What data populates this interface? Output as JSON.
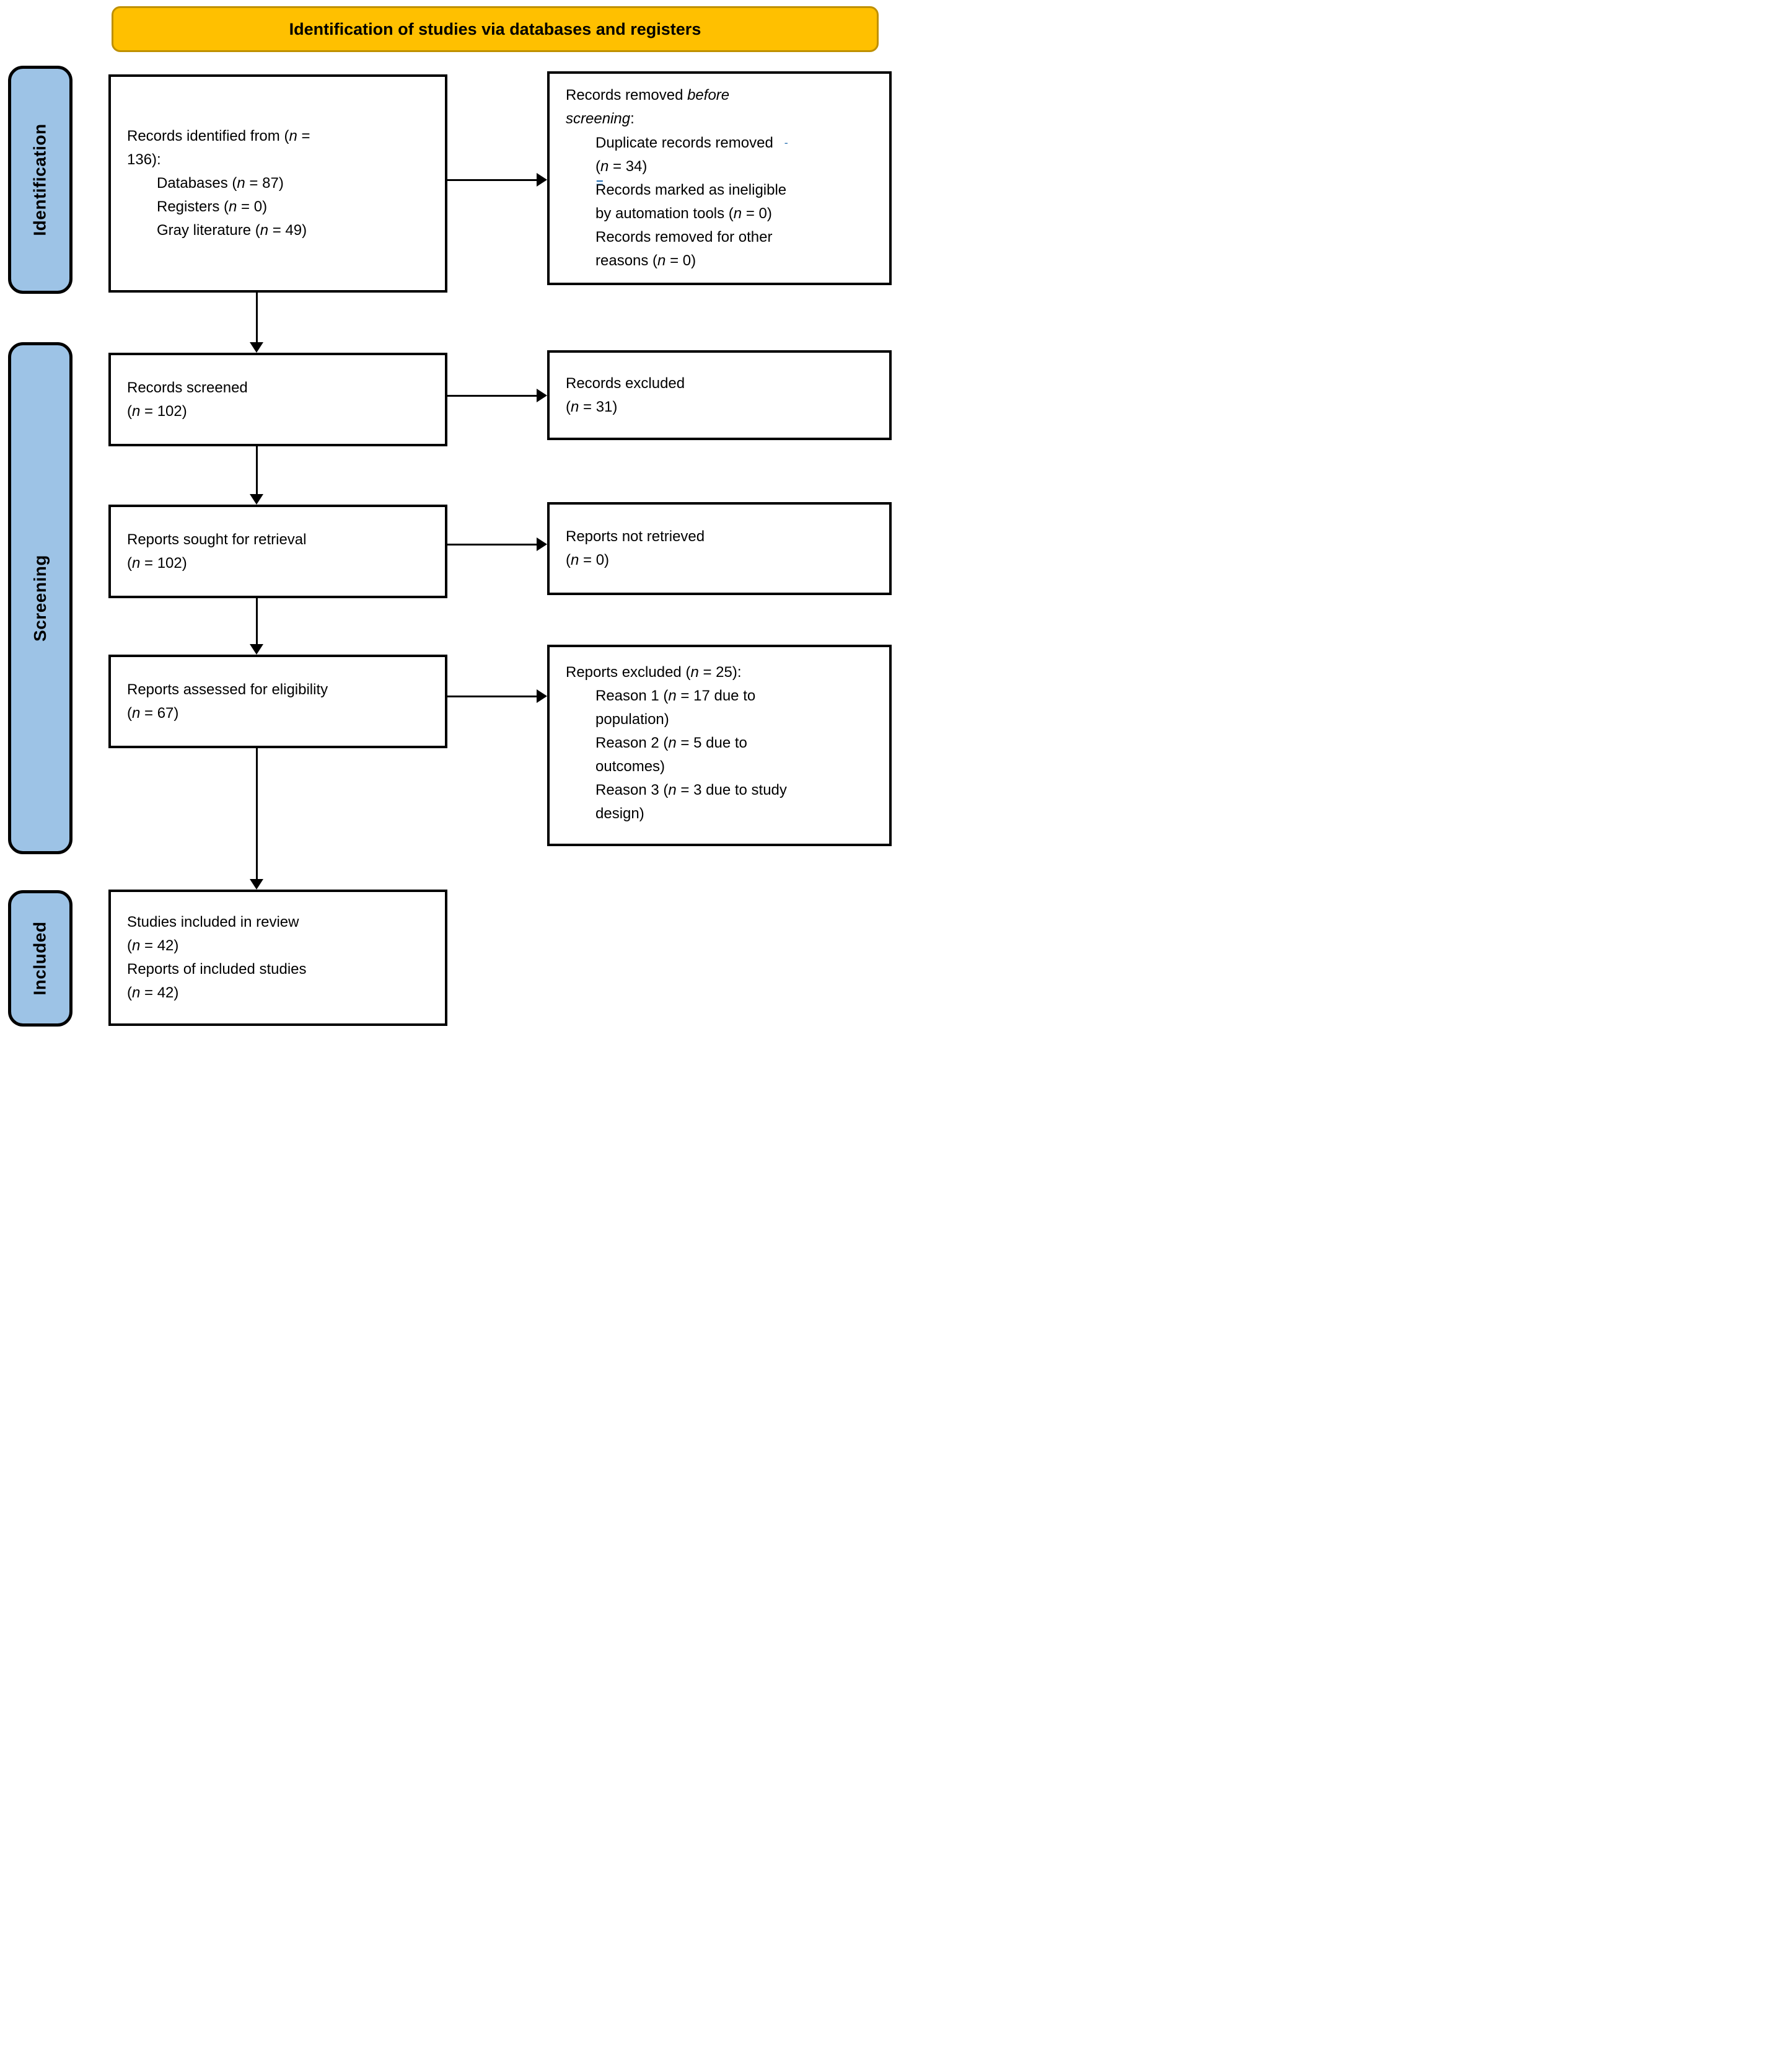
{
  "banner": {
    "label": "Identification of studies via databases and registers",
    "fill": "#FFC000",
    "border": "#BF9000"
  },
  "stages": [
    {
      "label": "Identification"
    },
    {
      "label": "Screening"
    },
    {
      "label": "Included"
    }
  ],
  "stage_fill": "#9DC3E6",
  "artifact_blue": "#2E74B5",
  "boxes": {
    "identified": {
      "lines": [
        {
          "segments": [
            {
              "text": "Records identified from ("
            },
            {
              "text": "n",
              "italic": true
            },
            {
              "text": " ="
            }
          ]
        },
        {
          "segments": [
            {
              "text": "136):"
            }
          ]
        },
        {
          "indent": true,
          "segments": [
            {
              "text": "Databases ("
            },
            {
              "text": "n",
              "italic": true
            },
            {
              "text": " = 87)"
            }
          ]
        },
        {
          "indent": true,
          "segments": [
            {
              "text": "Registers ("
            },
            {
              "text": "n",
              "italic": true
            },
            {
              "text": " = 0)"
            }
          ]
        },
        {
          "indent": true,
          "segments": [
            {
              "text": "Gray literature ("
            },
            {
              "text": "n",
              "italic": true
            },
            {
              "text": " = 49)"
            }
          ]
        }
      ]
    },
    "removed": {
      "lines": [
        {
          "segments": [
            {
              "text": "Records removed "
            },
            {
              "text": "before",
              "italic": true
            }
          ]
        },
        {
          "segments": [
            {
              "text": "screening",
              "italic": true
            },
            {
              "text": ":"
            }
          ]
        },
        {
          "indent": true,
          "mark": "dash-after",
          "segments": [
            {
              "text": "Duplicate records removed"
            }
          ]
        },
        {
          "indent": true,
          "mark": "equals-below",
          "segments": [
            {
              "text": "("
            },
            {
              "text": "n",
              "italic": true
            },
            {
              "text": " = 34)"
            }
          ]
        },
        {
          "indent": true,
          "segments": [
            {
              "text": "Records marked as ineligible"
            }
          ]
        },
        {
          "indent": true,
          "segments": [
            {
              "text": "by automation tools ("
            },
            {
              "text": "n",
              "italic": true
            },
            {
              "text": " = 0)"
            }
          ]
        },
        {
          "indent": true,
          "segments": [
            {
              "text": "Records removed for other"
            }
          ]
        },
        {
          "indent": true,
          "segments": [
            {
              "text": "reasons ("
            },
            {
              "text": "n",
              "italic": true
            },
            {
              "text": " = 0)"
            }
          ]
        }
      ]
    },
    "screened": {
      "lines": [
        {
          "segments": [
            {
              "text": "Records screened"
            }
          ]
        },
        {
          "segments": [
            {
              "text": "("
            },
            {
              "text": "n",
              "italic": true
            },
            {
              "text": " = 102)"
            }
          ]
        }
      ]
    },
    "excluded": {
      "lines": [
        {
          "segments": [
            {
              "text": "Records excluded"
            }
          ]
        },
        {
          "segments": [
            {
              "text": "("
            },
            {
              "text": "n",
              "italic": true
            },
            {
              "text": " = 31)"
            }
          ]
        }
      ]
    },
    "sought": {
      "lines": [
        {
          "segments": [
            {
              "text": "Reports sought for retrieval"
            }
          ]
        },
        {
          "segments": [
            {
              "text": "("
            },
            {
              "text": "n",
              "italic": true
            },
            {
              "text": " = 102)"
            }
          ]
        }
      ]
    },
    "not_retrieved": {
      "lines": [
        {
          "segments": [
            {
              "text": "Reports not retrieved"
            }
          ]
        },
        {
          "segments": [
            {
              "text": "("
            },
            {
              "text": "n",
              "italic": true
            },
            {
              "text": " = 0)"
            }
          ]
        }
      ]
    },
    "assessed": {
      "lines": [
        {
          "segments": [
            {
              "text": "Reports assessed for eligibility"
            }
          ]
        },
        {
          "segments": [
            {
              "text": "("
            },
            {
              "text": "n",
              "italic": true
            },
            {
              "text": " = 67)"
            }
          ]
        }
      ]
    },
    "reports_excluded": {
      "lines": [
        {
          "segments": [
            {
              "text": "Reports excluded ("
            },
            {
              "text": "n",
              "italic": true
            },
            {
              "text": " = 25):"
            }
          ]
        },
        {
          "indent": true,
          "segments": [
            {
              "text": "Reason 1 ("
            },
            {
              "text": "n",
              "italic": true
            },
            {
              "text": " = 17 due to"
            }
          ]
        },
        {
          "indent": true,
          "segments": [
            {
              "text": "population)"
            }
          ]
        },
        {
          "indent": true,
          "segments": [
            {
              "text": "Reason 2 ("
            },
            {
              "text": "n",
              "italic": true
            },
            {
              "text": " = 5 due to"
            }
          ]
        },
        {
          "indent": true,
          "segments": [
            {
              "text": "outcomes)"
            }
          ]
        },
        {
          "indent": true,
          "segments": [
            {
              "text": "Reason 3 ("
            },
            {
              "text": "n",
              "italic": true
            },
            {
              "text": " = 3 due to study"
            }
          ]
        },
        {
          "indent": true,
          "segments": [
            {
              "text": "design)"
            }
          ]
        }
      ]
    },
    "included": {
      "lines": [
        {
          "segments": [
            {
              "text": "Studies included in review"
            }
          ]
        },
        {
          "segments": [
            {
              "text": "("
            },
            {
              "text": "n",
              "italic": true
            },
            {
              "text": " = 42)"
            }
          ]
        },
        {
          "segments": [
            {
              "text": "Reports of included studies"
            }
          ]
        },
        {
          "segments": [
            {
              "text": "("
            },
            {
              "text": "n",
              "italic": true
            },
            {
              "text": " = 42)"
            }
          ]
        }
      ]
    }
  }
}
